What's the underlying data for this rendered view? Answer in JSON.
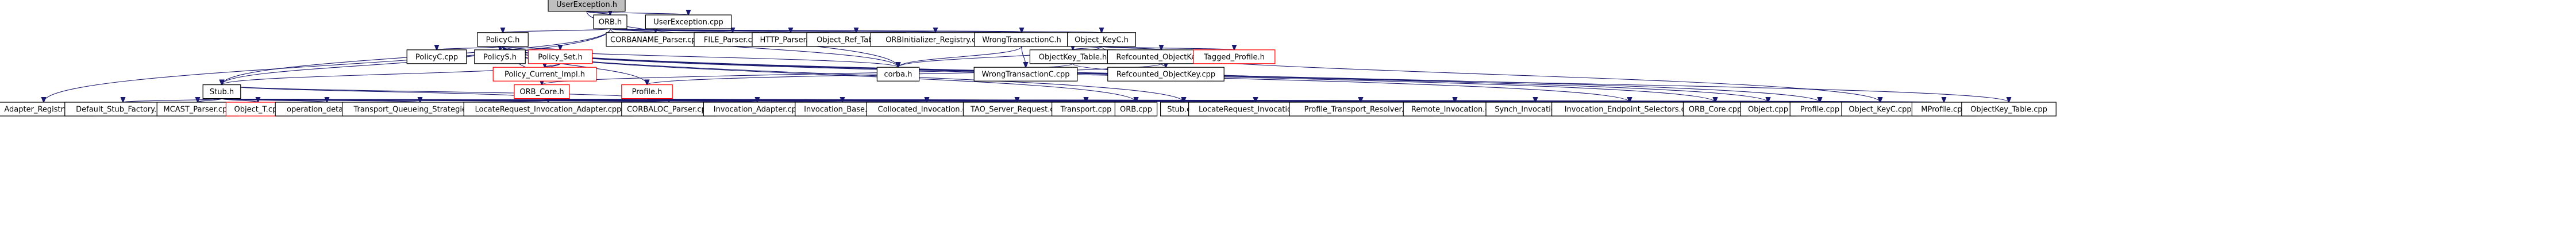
{
  "colors": {
    "edge": "#191970",
    "node_border": "#000000",
    "node_border_truncated": "#ff0000",
    "root_fill": "#bfbfbf",
    "node_fill": "#ffffff"
  },
  "nodes": [
    {
      "id": "UserException_h",
      "label": "UserException.h",
      "style": "root"
    },
    {
      "id": "ORB_h",
      "label": "ORB.h",
      "style": "normal"
    },
    {
      "id": "UserException_cpp",
      "label": "UserException.cpp",
      "style": "normal"
    },
    {
      "id": "PolicyC_h",
      "label": "PolicyC.h",
      "style": "normal"
    },
    {
      "id": "CORBANAME_Parser_cpp",
      "label": "CORBANAME_Parser.cpp",
      "style": "normal"
    },
    {
      "id": "FILE_Parser_cpp",
      "label": "FILE_Parser.cpp",
      "style": "normal"
    },
    {
      "id": "HTTP_Parser_cpp",
      "label": "HTTP_Parser.cpp",
      "style": "normal"
    },
    {
      "id": "Object_Ref_Table_cpp",
      "label": "Object_Ref_Table.cpp",
      "style": "normal"
    },
    {
      "id": "ORBInitializer_Registry_cpp",
      "label": "ORBInitializer_Registry.cpp",
      "style": "normal"
    },
    {
      "id": "WrongTransactionC_h",
      "label": "WrongTransactionC.h",
      "style": "normal"
    },
    {
      "id": "Object_KeyC_h",
      "label": "Object_KeyC.h",
      "style": "normal"
    },
    {
      "id": "PolicyC_cpp",
      "label": "PolicyC.cpp",
      "style": "normal"
    },
    {
      "id": "PolicyS_h",
      "label": "PolicyS.h",
      "style": "normal"
    },
    {
      "id": "Policy_Set_h",
      "label": "Policy_Set.h",
      "style": "truncated"
    },
    {
      "id": "corba_h",
      "label": "corba.h",
      "style": "normal"
    },
    {
      "id": "WrongTransactionC_cpp",
      "label": "WrongTransactionC.cpp",
      "style": "normal"
    },
    {
      "id": "ObjectKey_Table_h",
      "label": "ObjectKey_Table.h",
      "style": "normal"
    },
    {
      "id": "Refcounted_ObjectKey_h",
      "label": "Refcounted_ObjectKey.h",
      "style": "normal"
    },
    {
      "id": "Tagged_Profile_h",
      "label": "Tagged_Profile.h",
      "style": "truncated"
    },
    {
      "id": "Policy_Current_Impl_h",
      "label": "Policy_Current_Impl.h",
      "style": "truncated"
    },
    {
      "id": "Refcounted_ObjectKey_cpp",
      "label": "Refcounted_ObjectKey.cpp",
      "style": "normal"
    },
    {
      "id": "Stub_h",
      "label": "Stub.h",
      "style": "normal"
    },
    {
      "id": "ORB_Core_h",
      "label": "ORB_Core.h",
      "style": "truncated"
    },
    {
      "id": "Profile_h",
      "label": "Profile.h",
      "style": "truncated"
    },
    {
      "id": "Adapter_Registry_cpp",
      "label": "Adapter_Registry.cpp",
      "style": "normal"
    },
    {
      "id": "Default_Stub_Factory_cpp",
      "label": "Default_Stub_Factory.cpp",
      "style": "normal"
    },
    {
      "id": "MCAST_Parser_cpp",
      "label": "MCAST_Parser.cpp",
      "style": "normal"
    },
    {
      "id": "Object_T_cpp",
      "label": "Object_T.cpp",
      "style": "truncated"
    },
    {
      "id": "operation_details_cpp",
      "label": "operation_details.cpp",
      "style": "normal"
    },
    {
      "id": "Transport_Queueing_Strategies_cpp",
      "label": "Transport_Queueing_Strategies.cpp",
      "style": "normal"
    },
    {
      "id": "LocateRequest_Invocation_Adapter_cpp",
      "label": "LocateRequest_Invocation_Adapter.cpp",
      "style": "normal"
    },
    {
      "id": "CORBALOC_Parser_cpp",
      "label": "CORBALOC_Parser.cpp",
      "style": "normal"
    },
    {
      "id": "Invocation_Adapter_cpp",
      "label": "Invocation_Adapter.cpp",
      "style": "normal"
    },
    {
      "id": "Invocation_Base_cpp",
      "label": "Invocation_Base.cpp",
      "style": "normal"
    },
    {
      "id": "Collocated_Invocation_cpp",
      "label": "Collocated_Invocation.cpp",
      "style": "normal"
    },
    {
      "id": "TAO_Server_Request_cpp",
      "label": "TAO_Server_Request.cpp",
      "style": "normal"
    },
    {
      "id": "Transport_cpp",
      "label": "Transport.cpp",
      "style": "normal"
    },
    {
      "id": "ORB_cpp",
      "label": "ORB.cpp",
      "style": "normal"
    },
    {
      "id": "Stub_cpp",
      "label": "Stub.cpp",
      "style": "normal"
    },
    {
      "id": "LocateRequest_Invocation_cpp",
      "label": "LocateRequest_Invocation.cpp",
      "style": "normal"
    },
    {
      "id": "Profile_Transport_Resolver_cpp",
      "label": "Profile_Transport_Resolver.cpp",
      "style": "normal"
    },
    {
      "id": "Remote_Invocation_cpp",
      "label": "Remote_Invocation.cpp",
      "style": "normal"
    },
    {
      "id": "Synch_Invocation_cpp",
      "label": "Synch_Invocation.cpp",
      "style": "normal"
    },
    {
      "id": "Invocation_Endpoint_Selectors_cpp",
      "label": "Invocation_Endpoint_Selectors.cpp",
      "style": "normal"
    },
    {
      "id": "ORB_Core_cpp",
      "label": "ORB_Core.cpp",
      "style": "normal"
    },
    {
      "id": "Object_cpp",
      "label": "Object.cpp",
      "style": "normal"
    },
    {
      "id": "Profile_cpp",
      "label": "Profile.cpp",
      "style": "normal"
    },
    {
      "id": "Object_KeyC_cpp",
      "label": "Object_KeyC.cpp",
      "style": "normal"
    },
    {
      "id": "MProfile_cpp",
      "label": "MProfile.cpp",
      "style": "normal"
    },
    {
      "id": "ObjectKey_Table_cpp",
      "label": "ObjectKey_Table.cpp",
      "style": "normal"
    }
  ],
  "edges": [
    [
      "UserException_h",
      "ORB_h"
    ],
    [
      "UserException_h",
      "UserException_cpp"
    ],
    [
      "UserException_h",
      "corba_h"
    ],
    [
      "ORB_h",
      "PolicyC_h"
    ],
    [
      "ORB_h",
      "CORBANAME_Parser_cpp"
    ],
    [
      "ORB_h",
      "FILE_Parser_cpp"
    ],
    [
      "ORB_h",
      "HTTP_Parser_cpp"
    ],
    [
      "ORB_h",
      "Object_Ref_Table_cpp"
    ],
    [
      "ORB_h",
      "ORBInitializer_Registry_cpp"
    ],
    [
      "ORB_h",
      "WrongTransactionC_h"
    ],
    [
      "ORB_h",
      "Object_KeyC_h"
    ],
    [
      "ORB_h",
      "Stub_h"
    ],
    [
      "ORB_h",
      "corba_h"
    ],
    [
      "ORB_h",
      "Adapter_Registry_cpp"
    ],
    [
      "PolicyC_h",
      "PolicyC_cpp"
    ],
    [
      "PolicyC_h",
      "PolicyS_h"
    ],
    [
      "PolicyC_h",
      "Policy_Set_h"
    ],
    [
      "PolicyC_h",
      "corba_h"
    ],
    [
      "PolicyC_h",
      "Policy_Current_Impl_h"
    ],
    [
      "PolicyC_h",
      "Stub_h"
    ],
    [
      "PolicyC_h",
      "ORB_Core_h"
    ],
    [
      "PolicyC_h",
      "Profile_h"
    ],
    [
      "PolicyC_h",
      "ORB_cpp"
    ],
    [
      "PolicyC_h",
      "Stub_cpp"
    ],
    [
      "PolicyC_h",
      "ORB_Core_cpp"
    ],
    [
      "PolicyC_h",
      "Object_cpp"
    ],
    [
      "PolicyC_h",
      "Profile_cpp"
    ],
    [
      "PolicyC_h",
      "Invocation_Endpoint_Selectors_cpp"
    ],
    [
      "Policy_Set_h",
      "Policy_Current_Impl_h"
    ],
    [
      "Policy_Set_h",
      "Stub_h"
    ],
    [
      "WrongTransactionC_h",
      "corba_h"
    ],
    [
      "WrongTransactionC_h",
      "WrongTransactionC_cpp"
    ],
    [
      "Object_KeyC_h",
      "corba_h"
    ],
    [
      "Object_KeyC_h",
      "ObjectKey_Table_h"
    ],
    [
      "Object_KeyC_h",
      "Refcounted_ObjectKey_h"
    ],
    [
      "Object_KeyC_h",
      "Tagged_Profile_h"
    ],
    [
      "Object_KeyC_h",
      "Object_KeyC_cpp"
    ],
    [
      "ObjectKey_Table_h",
      "ORB_Core_h"
    ],
    [
      "ObjectKey_Table_h",
      "ObjectKey_Table_cpp"
    ],
    [
      "Refcounted_ObjectKey_h",
      "Refcounted_ObjectKey_cpp"
    ],
    [
      "Refcounted_ObjectKey_h",
      "Profile_h"
    ],
    [
      "Stub_h",
      "Default_Stub_Factory_cpp"
    ],
    [
      "Stub_h",
      "MCAST_Parser_cpp"
    ],
    [
      "Stub_h",
      "Object_T_cpp"
    ],
    [
      "Stub_h",
      "operation_details_cpp"
    ],
    [
      "Stub_h",
      "Transport_Queueing_Strategies_cpp"
    ],
    [
      "Stub_h",
      "LocateRequest_Invocation_Adapter_cpp"
    ],
    [
      "Stub_h",
      "CORBALOC_Parser_cpp"
    ],
    [
      "Stub_h",
      "Invocation_Adapter_cpp"
    ],
    [
      "Stub_h",
      "Invocation_Base_cpp"
    ],
    [
      "Stub_h",
      "Collocated_Invocation_cpp"
    ],
    [
      "Stub_h",
      "TAO_Server_Request_cpp"
    ],
    [
      "Stub_h",
      "Transport_cpp"
    ],
    [
      "Stub_h",
      "ORB_cpp"
    ],
    [
      "Stub_h",
      "Stub_cpp"
    ],
    [
      "Stub_h",
      "LocateRequest_Invocation_cpp"
    ],
    [
      "Stub_h",
      "Profile_Transport_Resolver_cpp"
    ],
    [
      "Stub_h",
      "Remote_Invocation_cpp"
    ],
    [
      "Stub_h",
      "Synch_Invocation_cpp"
    ],
    [
      "Stub_h",
      "Invocation_Endpoint_Selectors_cpp"
    ],
    [
      "Stub_h",
      "ORB_Core_cpp"
    ],
    [
      "Stub_h",
      "Object_cpp"
    ],
    [
      "Stub_h",
      "Profile_cpp"
    ],
    [
      "ORB_Core_h",
      "Stub_h"
    ],
    [
      "ORB_Core_h",
      "Invocation_Adapter_cpp"
    ],
    [
      "ORB_Core_h",
      "Collocated_Invocation_cpp"
    ],
    [
      "ORB_Core_h",
      "Transport_cpp"
    ],
    [
      "ORB_Core_h",
      "ORB_cpp"
    ],
    [
      "ORB_Core_h",
      "Stub_cpp"
    ],
    [
      "ORB_Core_h",
      "LocateRequest_Invocation_cpp"
    ],
    [
      "ORB_Core_h",
      "Profile_Transport_Resolver_cpp"
    ],
    [
      "ORB_Core_h",
      "Remote_Invocation_cpp"
    ],
    [
      "ORB_Core_h",
      "Synch_Invocation_cpp"
    ],
    [
      "ORB_Core_h",
      "ORB_Core_cpp"
    ],
    [
      "ORB_Core_h",
      "Object_cpp"
    ],
    [
      "ORB_Core_h",
      "Profile_cpp"
    ],
    [
      "ORB_Core_h",
      "Object_KeyC_cpp"
    ],
    [
      "Profile_h",
      "Stub_h"
    ],
    [
      "Profile_h",
      "LocateRequest_Invocation_cpp"
    ],
    [
      "Profile_h",
      "Profile_Transport_Resolver_cpp"
    ],
    [
      "Profile_h",
      "Remote_Invocation_cpp"
    ],
    [
      "Profile_h",
      "Synch_Invocation_cpp"
    ],
    [
      "Profile_h",
      "Invocation_Endpoint_Selectors_cpp"
    ],
    [
      "Profile_h",
      "ORB_Core_cpp"
    ],
    [
      "Profile_h",
      "Object_cpp"
    ],
    [
      "Profile_h",
      "Profile_cpp"
    ],
    [
      "Profile_h",
      "Stub_cpp"
    ],
    [
      "Profile_h",
      "MProfile_cpp"
    ],
    [
      "Profile_h",
      "Object_KeyC_cpp"
    ]
  ]
}
